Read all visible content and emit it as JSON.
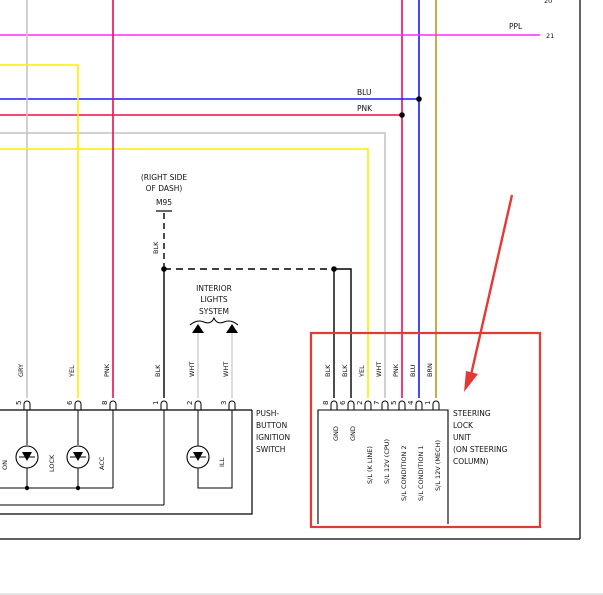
{
  "wire_labels": {
    "ppl": "PPL",
    "ppl_num": "21",
    "top_num": "20",
    "blu": "BLU",
    "pnk": "PNK",
    "blk_vertical": "BLK"
  },
  "ground_note": {
    "line1": "(RIGHT SIDE",
    "line2": "OF DASH)",
    "line3": "M95"
  },
  "interior_lights": {
    "line1": "INTERIOR",
    "line2": "LIGHTS",
    "line3": "SYSTEM"
  },
  "switch_wires": [
    {
      "color": "GRY",
      "pin": "5"
    },
    {
      "color": "YEL",
      "pin": "6"
    },
    {
      "color": "PNK",
      "pin": "8"
    },
    {
      "color": "BLK",
      "pin": "1"
    },
    {
      "color": "WHT",
      "pin": "2"
    },
    {
      "color": "WHT",
      "pin": "3"
    }
  ],
  "switch_contacts": {
    "left_partial": "ON",
    "lock": "LOCK",
    "acc": "ACC",
    "ill": "ILL"
  },
  "push_button_switch": {
    "line1": "PUSH-",
    "line2": "BUTTON",
    "line3": "IGNITION",
    "line4": "SWITCH"
  },
  "lock_unit_wires": [
    {
      "color": "BLK",
      "pin": "8",
      "function": "GND"
    },
    {
      "color": "BLK",
      "pin": "6",
      "function": "GND"
    },
    {
      "color": "YEL",
      "pin": "2",
      "function": "S/L (K LINE)"
    },
    {
      "color": "WHT",
      "pin": "7",
      "function": "S/L 12V (CPU)"
    },
    {
      "color": "PNK",
      "pin": "5",
      "function": "S/L CONDITION 2"
    },
    {
      "color": "BLU",
      "pin": "4",
      "function": "S/L CONDITION 1"
    },
    {
      "color": "BRN",
      "pin": "1",
      "function": "S/L 12V (MECH)"
    }
  ],
  "steering_lock_unit": {
    "line1": "STEERING",
    "line2": "LOCK",
    "line3": "UNIT",
    "line4": "(ON STEERING",
    "line5": "COLUMN)"
  },
  "colors": {
    "ppl": "#ff2cff",
    "blu": "#1a1aff",
    "pnk": "#e8114a",
    "yel": "#ffee00",
    "gry": "#c4c4c4",
    "brn": "#b59a1a",
    "wht": "#d4d4d4",
    "highlight": "#e53935"
  }
}
